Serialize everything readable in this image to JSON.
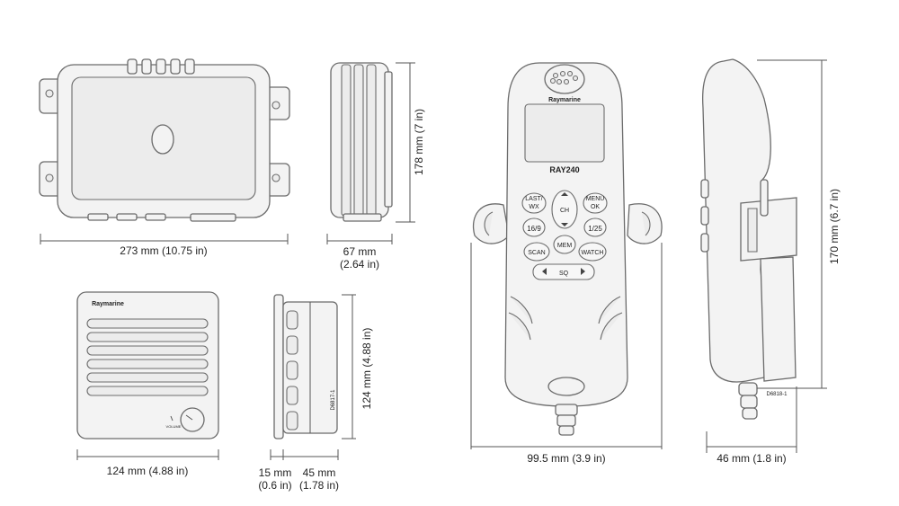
{
  "units": {
    "control_box_width": "273 mm (10.75 in)",
    "control_box_height": "178 mm (7 in)",
    "control_box_depth_mm": "67 mm",
    "control_box_depth_in": "(2.64 in)",
    "speaker_width": "124 mm (4.88 in)",
    "speaker_height": "124 mm (4.88 in)",
    "speaker_flange_mm": "15 mm",
    "speaker_flange_in": "(0.6 in)",
    "speaker_depth_mm": "45 mm",
    "speaker_depth_in": "(1.78 in)",
    "handset_width": "99.5 mm (3.9 in)",
    "handset_height": "170 mm (6.7 in)",
    "handset_depth": "46 mm (1.8 in)"
  },
  "labels": {
    "speaker_brand": "Raymarine",
    "speaker_knob": "VOLUME",
    "speaker_ref": "D6817-1",
    "handset_brand": "Raymarine",
    "handset_model": "RAY240",
    "handset_ref": "D6818-1"
  },
  "keys": {
    "last_wx_1": "LAST/",
    "last_wx_2": "WX",
    "ch": "CH",
    "menu_ok_1": "MENU",
    "menu_ok_2": "OK",
    "k169": "16/9",
    "k125": "1/25",
    "scan": "SCAN",
    "mem": "MEM",
    "watch": "WATCH",
    "sq": "SQ"
  }
}
